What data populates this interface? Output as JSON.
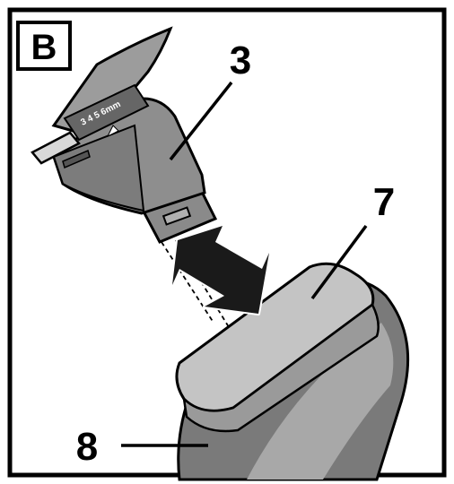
{
  "panel": {
    "letter": "B",
    "scale_label": "3 4 5 6mm"
  },
  "callouts": [
    {
      "id": "attachment",
      "label": "3"
    },
    {
      "id": "handle-top",
      "label": "7"
    },
    {
      "id": "handle-body",
      "label": "8"
    }
  ],
  "colors": {
    "frame": "#000000",
    "light_gray": "#bdbdbd",
    "mid_gray": "#8f8f8f",
    "dark_gray": "#6e6e6e",
    "arrow": "#1a1a1a"
  }
}
